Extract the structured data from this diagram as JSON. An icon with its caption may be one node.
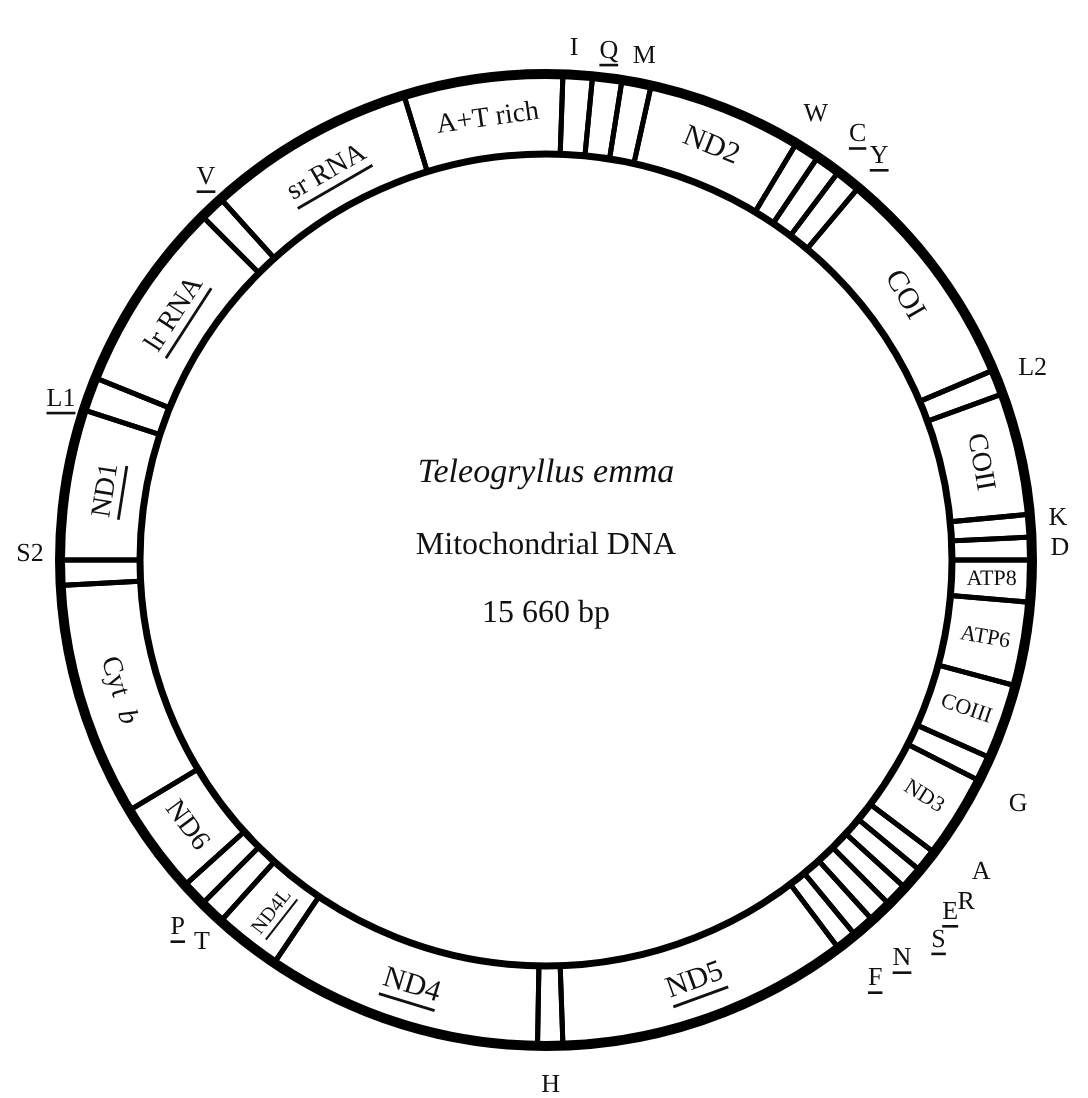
{
  "diagram": {
    "nodes": [
      {
        "text": [
          "I"
        ]
      },
      {
        "text": [
          "Q"
        ]
      },
      {
        "text": [
          "M"
        ]
      },
      {
        "text": [
          "ND2"
        ]
      },
      {
        "text": [
          "W"
        ]
      },
      {
        "text": [
          "C"
        ]
      },
      {
        "text": [
          "Y"
        ]
      },
      {
        "text": [
          "COI"
        ]
      },
      {
        "text": [
          "L2"
        ]
      },
      {
        "text": [
          "COII"
        ]
      },
      {
        "text": [
          "K"
        ]
      },
      {
        "text": [
          "D"
        ]
      },
      {
        "text": [
          "ATP8"
        ]
      },
      {
        "text": [
          "ATP6"
        ]
      },
      {
        "text": [
          "COIII"
        ]
      },
      {
        "text": [
          "G"
        ]
      },
      {
        "text": [
          "ND3"
        ]
      },
      {
        "text": [
          "A"
        ]
      },
      {
        "text": [
          "R"
        ]
      },
      {
        "text": [
          "E"
        ]
      },
      {
        "text": [
          "S"
        ]
      },
      {
        "text": [
          "N"
        ]
      },
      {
        "text": [
          "F"
        ]
      },
      {
        "text": [
          "ND5"
        ]
      },
      {
        "text": [
          "H"
        ]
      },
      {
        "text": [
          "ND4"
        ]
      },
      {
        "text": [
          "ND4L"
        ]
      },
      {
        "text": [
          "T"
        ]
      },
      {
        "text": [
          "P"
        ]
      },
      {
        "text": [
          "ND6"
        ]
      },
      {
        "text": [
          "Cyt *b*"
        ]
      },
      {
        "text": [
          "S2"
        ]
      },
      {
        "text": [
          "ND1"
        ]
      },
      {
        "text": [
          "L1"
        ]
      },
      {
        "text": [
          "lr RNA"
        ]
      },
      {
        "text": [
          "V"
        ]
      },
      {
        "text": [
          "sr RNA"
        ]
      },
      {
        "text": [
          "A+T rich"
        ]
      }
    ],
    "labels": [
      "Teleogryllus emma",
      "Mitochondrial DNA",
      "15 660 bp"
    ]
  }
}
